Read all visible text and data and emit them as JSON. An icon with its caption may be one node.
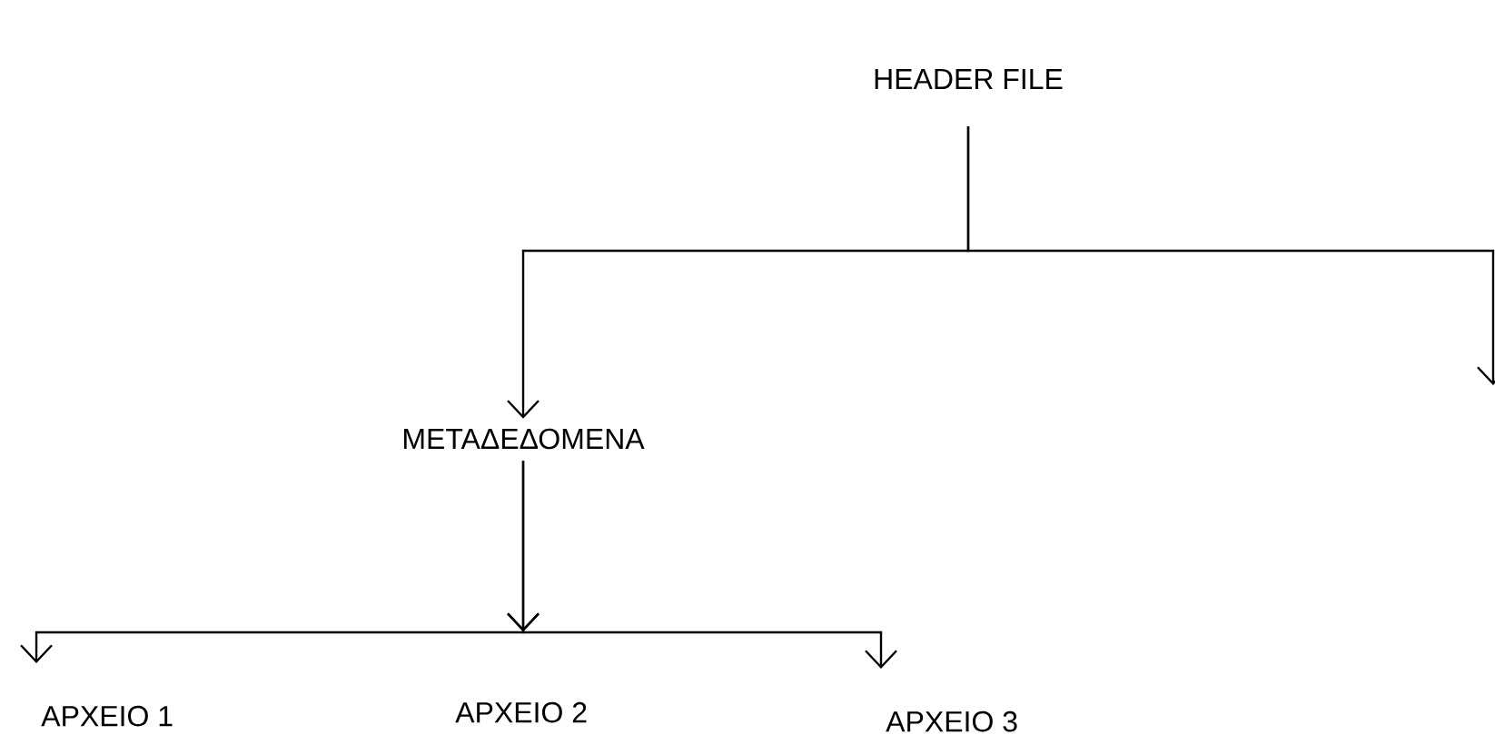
{
  "diagram": {
    "nodes": [
      {
        "text": [
          "HEADER FILE"
        ]
      },
      {
        "text": [
          "ΜΕΤΑΔΕΔΟΜΕΝΑ"
        ]
      },
      {
        "text": [
          "ΑΡΧΕΙΟ 1"
        ]
      },
      {
        "text": [
          "ΑΡΧΕΙΟ 3"
        ]
      }
    ],
    "edges": [
      {
        "from": 0,
        "to": 1,
        "arrow": "to"
      },
      {
        "from": 0,
        "to": null,
        "arrow": "to"
      },
      {
        "from": 1,
        "to": 2,
        "arrow": "to"
      },
      {
        "from": 1,
        "to": 3,
        "arrow": "to"
      }
    ],
    "labels": [
      "ΑΡΧΕΙΟ 2"
    ]
  }
}
